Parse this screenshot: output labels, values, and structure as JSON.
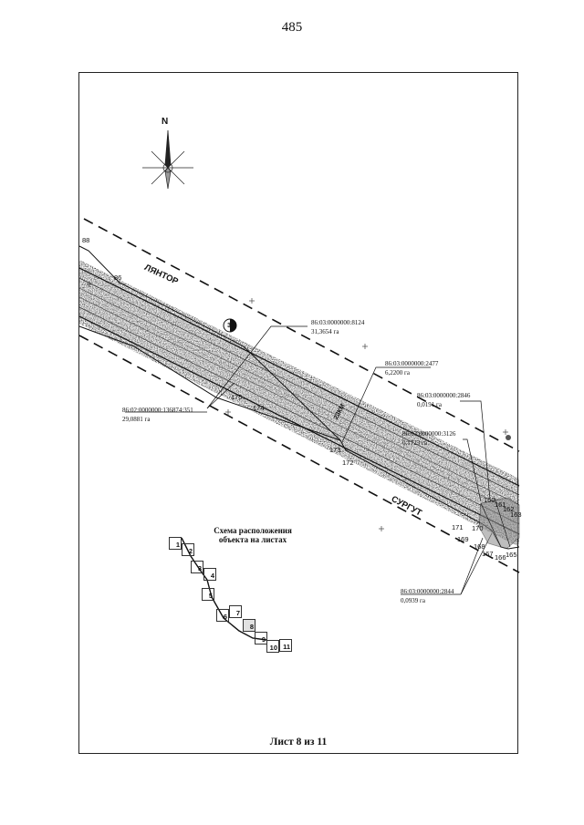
{
  "page_number": "485",
  "north": "N",
  "roads": {
    "top": "ЛЯНТОР",
    "bottom": "СУРГУТ",
    "km": "23КМ"
  },
  "marker": "3",
  "points": [
    "88",
    "86",
    "175",
    "174",
    "173",
    "172",
    "171",
    "170",
    "169",
    "168",
    "167",
    "166",
    "165",
    "160",
    "161",
    "162",
    "163"
  ],
  "parcels": [
    {
      "number": "86:03:0000000:8124",
      "area": "31,3654 га"
    },
    {
      "number": "86:03:0000000:2477",
      "area": "6,2200 га"
    },
    {
      "number": "86:03:0000000:2846",
      "area": "0,0191 га"
    },
    {
      "number": "86:03:0000000:3126",
      "area": "0,1723 га"
    },
    {
      "number": "86:02:0000000:136874:351",
      "area": "29,0881 га"
    },
    {
      "number": "86:03:0000000:2844",
      "area": "0,0939 га"
    }
  ],
  "scheme": {
    "title": "Схема расположения объекта на листах",
    "sheets": [
      "1",
      "2",
      "3",
      "4",
      "5",
      "6",
      "7",
      "8",
      "9",
      "10",
      "11"
    ],
    "current": "8"
  },
  "footer": "Лист 8 из 11"
}
